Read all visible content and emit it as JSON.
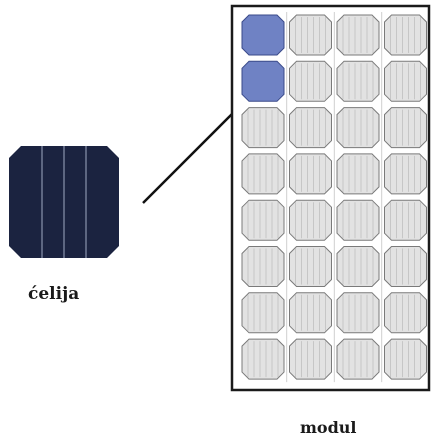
{
  "labels": {
    "cell": "ćelija",
    "module": "modul"
  },
  "module": {
    "rows": 8,
    "cols": 4,
    "highlighted_cells": [
      [
        0,
        0
      ],
      [
        1,
        0
      ]
    ]
  },
  "colors": {
    "cell_dark": "#1b2340",
    "cell_gridline": "#8a93ad",
    "module_frame": "#1a1a1a",
    "module_cell_fill": "#e2e2e2",
    "module_cell_stroke": "#7a7a7a",
    "highlight_fill": "#6f82c4",
    "highlight_stroke": "#3a4a8a",
    "arrow": "#111111"
  },
  "icons": {
    "solar_cell": "solar-cell-icon",
    "module": "solar-module-icon",
    "arrow": "arrow-icon"
  }
}
